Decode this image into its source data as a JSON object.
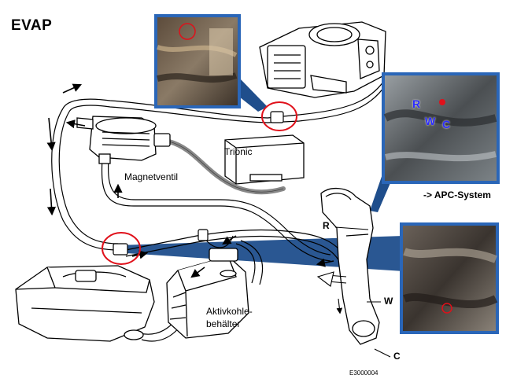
{
  "title": "EVAP",
  "components": {
    "trionic": "Trionic",
    "magnetventil": "Magnetventil",
    "aktivkohle_line1": "Aktivkohle-",
    "aktivkohle_line2": "behälter"
  },
  "references": {
    "apc_system": "-> APC-System",
    "code": "E3000004"
  },
  "pipe_labels": {
    "r": "R",
    "w": "W",
    "c": "C"
  },
  "photo_labels": {
    "r": "R",
    "w": "W",
    "c": "C"
  },
  "colors": {
    "callout_fill": "#1f4e8c",
    "callout_border": "#2a66b8",
    "highlight_circle": "#e0101a",
    "photo_label": "#2c2cff",
    "pipe": "#000000"
  }
}
